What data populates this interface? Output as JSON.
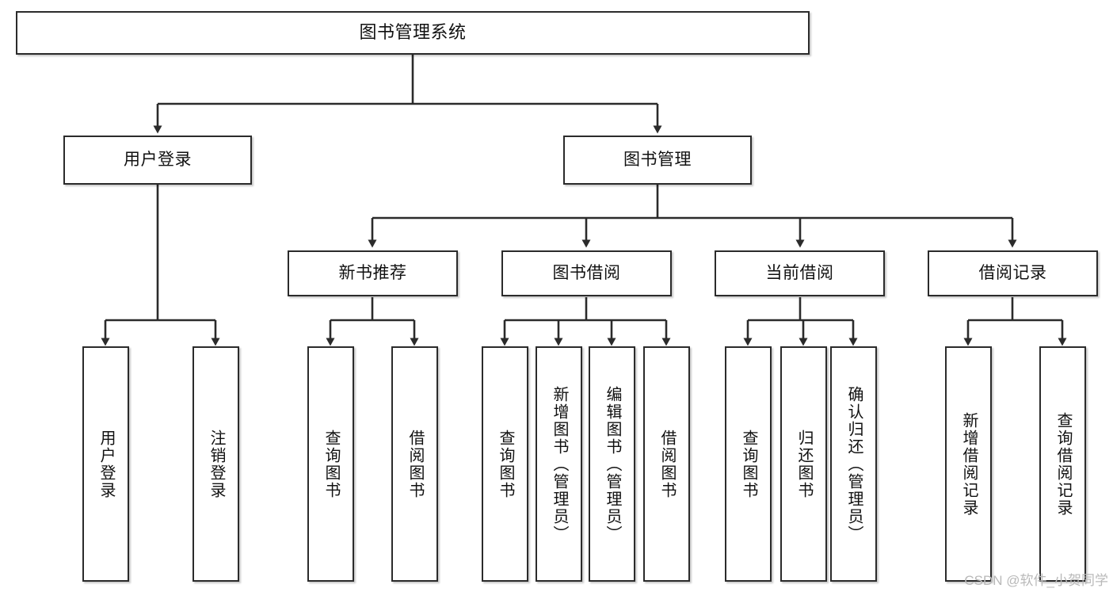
{
  "diagram": {
    "type": "tree",
    "title": "图书管理系统",
    "orientation": "top-down",
    "edge_style": "orthogonal-arrow",
    "colors": {
      "node_border": "#2b2b2b",
      "node_fill": "#ffffff",
      "edge": "#2b2b2b",
      "text": "#111111",
      "watermark": "#b9b9b9",
      "background": "#ffffff"
    }
  },
  "watermark": "CSDN @软件_小贺同学",
  "nodes": {
    "root": {
      "label": "图书管理系统",
      "level": 1,
      "text_direction": "horizontal"
    },
    "l2": [
      {
        "id": "user-login",
        "label": "用户登录",
        "level": 2,
        "text_direction": "horizontal"
      },
      {
        "id": "book-manage",
        "label": "图书管理",
        "level": 2,
        "text_direction": "horizontal"
      }
    ],
    "l3": [
      {
        "id": "new-book-recommend",
        "label": "新书推荐",
        "level": 3,
        "text_direction": "horizontal"
      },
      {
        "id": "book-borrow",
        "label": "图书借阅",
        "level": 3,
        "text_direction": "horizontal"
      },
      {
        "id": "current-borrow",
        "label": "当前借阅",
        "level": 3,
        "text_direction": "horizontal"
      },
      {
        "id": "borrow-record",
        "label": "借阅记录",
        "level": 3,
        "text_direction": "horizontal"
      }
    ],
    "leaves": [
      {
        "id": "leaf-user-login",
        "label": "用户登录",
        "parent": "user-login",
        "level": 3,
        "text_direction": "vertical"
      },
      {
        "id": "leaf-user-logout",
        "label": "注销登录",
        "parent": "user-login",
        "level": 3,
        "text_direction": "vertical"
      },
      {
        "id": "leaf-query-book-1",
        "label": "查询图书",
        "parent": "new-book-recommend",
        "level": 4,
        "text_direction": "vertical"
      },
      {
        "id": "leaf-borrow-book-1",
        "label": "借阅图书",
        "parent": "new-book-recommend",
        "level": 4,
        "text_direction": "vertical"
      },
      {
        "id": "leaf-query-book-2",
        "label": "查询图书",
        "parent": "book-borrow",
        "level": 4,
        "text_direction": "vertical"
      },
      {
        "id": "leaf-add-book",
        "label": "新增图书（管理员）",
        "parent": "book-borrow",
        "level": 4,
        "text_direction": "vertical"
      },
      {
        "id": "leaf-edit-book",
        "label": "编辑图书（管理员）",
        "parent": "book-borrow",
        "level": 4,
        "text_direction": "vertical"
      },
      {
        "id": "leaf-borrow-book-2",
        "label": "借阅图书",
        "parent": "book-borrow",
        "level": 4,
        "text_direction": "vertical"
      },
      {
        "id": "leaf-query-book-3",
        "label": "查询图书",
        "parent": "current-borrow",
        "level": 4,
        "text_direction": "vertical"
      },
      {
        "id": "leaf-return-book",
        "label": "归还图书",
        "parent": "current-borrow",
        "level": 4,
        "text_direction": "vertical"
      },
      {
        "id": "leaf-confirm-return",
        "label": "确认归还（管理员）",
        "parent": "current-borrow",
        "level": 4,
        "text_direction": "vertical"
      },
      {
        "id": "leaf-add-record",
        "label": "新增借阅记录",
        "parent": "borrow-record",
        "level": 4,
        "text_direction": "vertical"
      },
      {
        "id": "leaf-query-record",
        "label": "查询借阅记录",
        "parent": "borrow-record",
        "level": 4,
        "text_direction": "vertical"
      }
    ]
  }
}
